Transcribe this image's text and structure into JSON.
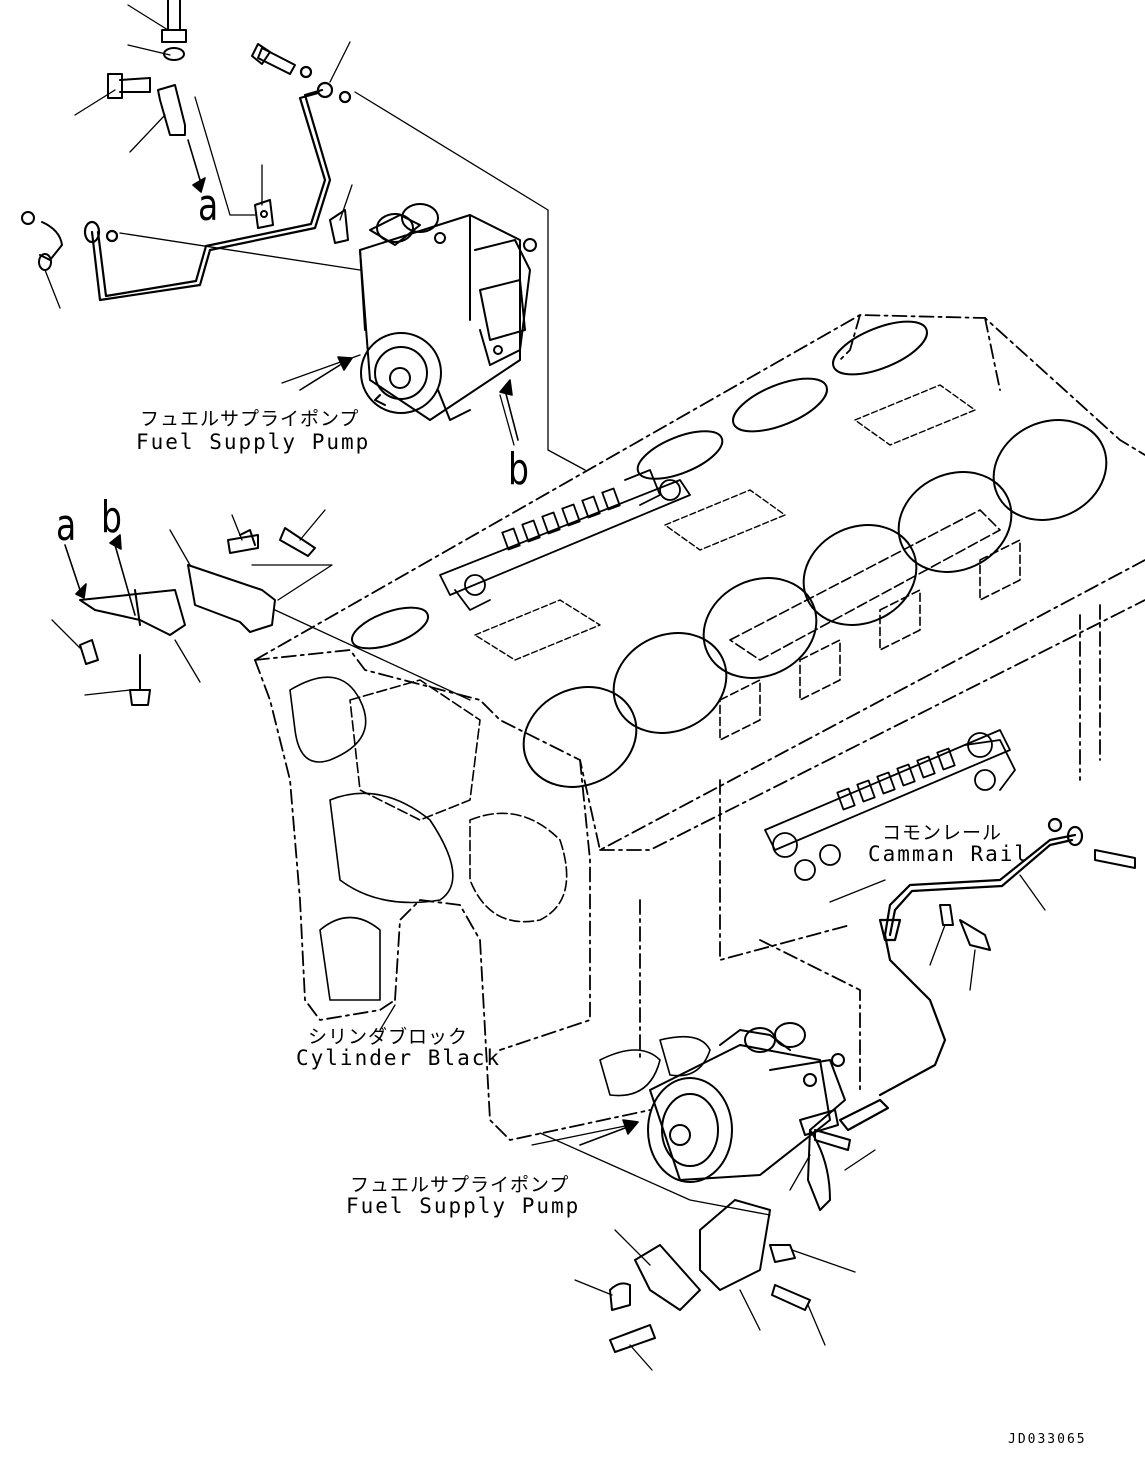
{
  "labels": {
    "pump_top_jp": "フュエルサプライポンプ",
    "pump_top_en": "Fuel Supply Pump",
    "pump_bottom_jp": "フュエルサプライポンプ",
    "pump_bottom_en": "Fuel Supply Pump",
    "rail_jp": "コモンレール",
    "rail_en": "Camman Rail",
    "block_jp": "シリンダブロック",
    "block_en": "Cylinder Black",
    "ref_a_top": "a",
    "ref_b_top": "b",
    "ref_a_bracket": "a",
    "ref_b_bracket": "b",
    "drawing_code": "JD033065"
  },
  "colors": {
    "line": "#000000",
    "background": "#ffffff"
  }
}
